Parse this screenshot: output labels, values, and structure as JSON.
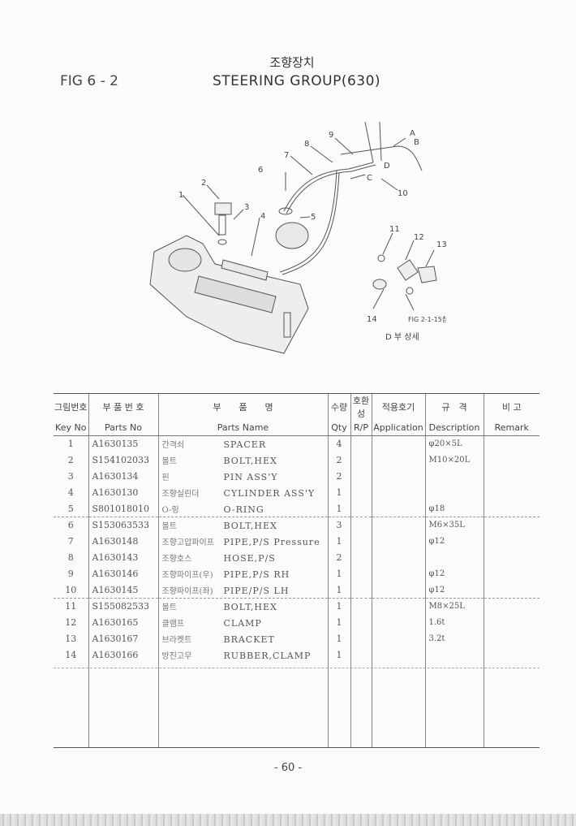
{
  "header": {
    "fig_no": "FIG 6 - 2",
    "title_ko": "조향장치",
    "title_en": "STEERING GROUP(630)"
  },
  "diagram": {
    "callouts": [
      "1",
      "2",
      "3",
      "4",
      "5",
      "6",
      "7",
      "8",
      "9",
      "10",
      "11",
      "12",
      "13",
      "14",
      "A",
      "B",
      "C",
      "D"
    ],
    "reference_note": "FIG 2-1-15참조",
    "detail_caption": "D 부 상세"
  },
  "table": {
    "headers_ko": [
      "그림번호",
      "부 품 번 호",
      "부　　품　　명",
      "수량",
      "호환성",
      "적용호기",
      "규　격",
      "비 고"
    ],
    "headers_en": [
      "Key No",
      "Parts No",
      "Parts Name",
      "Qty",
      "R/P",
      "Application",
      "Description",
      "Remark"
    ],
    "rows": [
      {
        "key": "1",
        "parts_no": "A1630135",
        "name_ko": "간격쇠",
        "name_en": "SPACER",
        "qty": "4",
        "rp": "",
        "application": "",
        "description": "φ20×5L",
        "remark": ""
      },
      {
        "key": "2",
        "parts_no": "S154102033",
        "name_ko": "볼트",
        "name_en": "BOLT,HEX",
        "qty": "2",
        "rp": "",
        "application": "",
        "description": "M10×20L",
        "remark": ""
      },
      {
        "key": "3",
        "parts_no": "A1630134",
        "name_ko": "핀",
        "name_en": "PIN ASS'Y",
        "qty": "2",
        "rp": "",
        "application": "",
        "description": "",
        "remark": ""
      },
      {
        "key": "4",
        "parts_no": "A1630130",
        "name_ko": "조향실린더",
        "name_en": "CYLINDER ASS'Y",
        "qty": "1",
        "rp": "",
        "application": "",
        "description": "",
        "remark": ""
      },
      {
        "key": "5",
        "parts_no": "S801018010",
        "name_ko": "O-링",
        "name_en": "O-RING",
        "qty": "1",
        "rp": "",
        "application": "",
        "description": "φ18",
        "remark": ""
      },
      {
        "key": "6",
        "parts_no": "S153063533",
        "name_ko": "볼트",
        "name_en": "BOLT,HEX",
        "qty": "3",
        "rp": "",
        "application": "",
        "description": "M6×35L",
        "remark": ""
      },
      {
        "key": "7",
        "parts_no": "A1630148",
        "name_ko": "조향고압파이프",
        "name_en": "PIPE,P/S  Pressure",
        "qty": "1",
        "rp": "",
        "application": "",
        "description": "φ12",
        "remark": ""
      },
      {
        "key": "8",
        "parts_no": "A1630143",
        "name_ko": "조향호스",
        "name_en": "HOSE,P/S",
        "qty": "2",
        "rp": "",
        "application": "",
        "description": "",
        "remark": ""
      },
      {
        "key": "9",
        "parts_no": "A1630146",
        "name_ko": "조향파이프(우)",
        "name_en": "PIPE,P/S RH",
        "qty": "1",
        "rp": "",
        "application": "",
        "description": "φ12",
        "remark": ""
      },
      {
        "key": "10",
        "parts_no": "A1630145",
        "name_ko": "조향파이프(좌)",
        "name_en": "PIPE/P/S LH",
        "qty": "1",
        "rp": "",
        "application": "",
        "description": "φ12",
        "remark": ""
      },
      {
        "key": "11",
        "parts_no": "S155082533",
        "name_ko": "볼트",
        "name_en": "BOLT,HEX",
        "qty": "1",
        "rp": "",
        "application": "",
        "description": "M8×25L",
        "remark": ""
      },
      {
        "key": "12",
        "parts_no": "A1630165",
        "name_ko": "클램프",
        "name_en": "CLAMP",
        "qty": "1",
        "rp": "",
        "application": "",
        "description": "1.6t",
        "remark": ""
      },
      {
        "key": "13",
        "parts_no": "A1630167",
        "name_ko": "브라켓트",
        "name_en": "BRACKET",
        "qty": "1",
        "rp": "",
        "application": "",
        "description": "3.2t",
        "remark": ""
      },
      {
        "key": "14",
        "parts_no": "A1630166",
        "name_ko": "방진고무",
        "name_en": "RUBBER,CLAMP",
        "qty": "1",
        "rp": "",
        "application": "",
        "description": "",
        "remark": ""
      }
    ]
  },
  "footer": {
    "page": "- 60 -"
  }
}
